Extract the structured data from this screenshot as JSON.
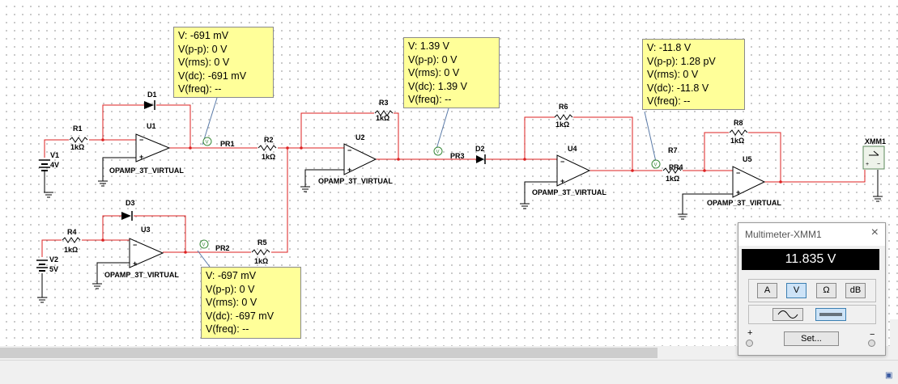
{
  "components": {
    "r1": {
      "name": "R1",
      "value": "1kΩ"
    },
    "r2": {
      "name": "R2",
      "value": "1kΩ"
    },
    "r3": {
      "name": "R3",
      "value": "1kΩ"
    },
    "r4": {
      "name": "R4",
      "value": "1kΩ"
    },
    "r5": {
      "name": "R5",
      "value": "1kΩ"
    },
    "r6": {
      "name": "R6",
      "value": "1kΩ"
    },
    "r7": {
      "name": "R7",
      "value": "1kΩ"
    },
    "r8": {
      "name": "R8",
      "value": "1kΩ"
    },
    "v1": {
      "name": "V1",
      "value": "4V"
    },
    "v2": {
      "name": "V2",
      "value": "5V"
    },
    "d1": {
      "name": "D1"
    },
    "d2": {
      "name": "D2"
    },
    "d3": {
      "name": "D3"
    },
    "u1": {
      "name": "U1",
      "model": "OPAMP_3T_VIRTUAL"
    },
    "u2": {
      "name": "U2",
      "model": "OPAMP_3T_VIRTUAL"
    },
    "u3": {
      "name": "U3",
      "model": "OPAMP_3T_VIRTUAL"
    },
    "u4": {
      "name": "U4",
      "model": "OPAMP_3T_VIRTUAL"
    },
    "u5": {
      "name": "U5",
      "model": "OPAMP_3T_VIRTUAL"
    },
    "xmm1": {
      "name": "XMM1"
    }
  },
  "probes": [
    {
      "name": "PR1",
      "lines": [
        "V: -691 mV",
        "V(p-p): 0 V",
        "V(rms): 0 V",
        "V(dc): -691 mV",
        "V(freq): --"
      ]
    },
    {
      "name": "PR2",
      "lines": [
        "V: -697 mV",
        "V(p-p): 0 V",
        "V(rms): 0 V",
        "V(dc): -697 mV",
        "V(freq): --"
      ]
    },
    {
      "name": "PR3",
      "lines": [
        "V: 1.39 V",
        "V(p-p): 0 V",
        "V(rms): 0 V",
        "V(dc): 1.39 V",
        "V(freq): --"
      ]
    },
    {
      "name": "PR4",
      "lines": [
        "V: -11.8 V",
        "V(p-p): 1.28 pV",
        "V(rms): 0 V",
        "V(dc): -11.8 V",
        "V(freq): --"
      ]
    }
  ],
  "multimeter": {
    "title": "Multimeter-XMM1",
    "close": "×",
    "display": "11.835 V",
    "modes": [
      "A",
      "V",
      "Ω",
      "dB"
    ],
    "active_mode": "V",
    "waveforms": [
      "ac",
      "dc"
    ],
    "active_waveform": "dc",
    "set_label": "Set...",
    "plus": "+",
    "minus": "−"
  }
}
